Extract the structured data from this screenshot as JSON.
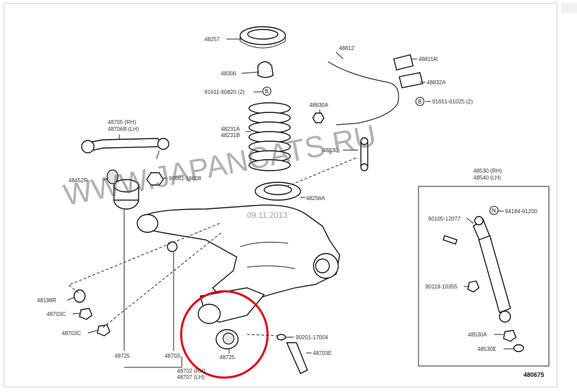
{
  "watermark": "WWW.JAPANCATS.RU",
  "date_stamp": "09.11.2013",
  "figure_number": "480675",
  "highlight_color": "#e00000",
  "callouts": [
    {
      "id": "48257",
      "text": "48257"
    },
    {
      "id": "48306",
      "text": "48306"
    },
    {
      "id": "91611",
      "text": "91611-60820 (2)"
    },
    {
      "id": "48231",
      "text": "48231A"
    },
    {
      "id": "48231b",
      "text": "48231B"
    },
    {
      "id": "48258",
      "text": "48258A"
    },
    {
      "id": "48812",
      "text": "48812"
    },
    {
      "id": "48815",
      "text": "48815R"
    },
    {
      "id": "48832",
      "text": "48832A"
    },
    {
      "id": "91651",
      "text": "91651-61025 (2)"
    },
    {
      "id": "48830a",
      "text": "48830A"
    },
    {
      "id": "48830",
      "text": "48830"
    },
    {
      "id": "48705",
      "text": "48705  (RH)"
    },
    {
      "id": "48706",
      "text": "48706B (LH)"
    },
    {
      "id": "48452",
      "text": "48452R"
    },
    {
      "id": "90561",
      "text": "90561-16008"
    },
    {
      "id": "48530",
      "text": "48530 (RH)"
    },
    {
      "id": "48540",
      "text": "48540 (LH)"
    },
    {
      "id": "90105",
      "text": "90105-12077"
    },
    {
      "id": "94184",
      "text": "94184-61200"
    },
    {
      "id": "90119",
      "text": "90119-10355"
    },
    {
      "id": "48530a",
      "text": "48530A"
    },
    {
      "id": "48530e",
      "text": "48530E"
    },
    {
      "id": "48198",
      "text": "48198R"
    },
    {
      "id": "48703c1",
      "text": "48703C"
    },
    {
      "id": "48703c2",
      "text": "48703C"
    },
    {
      "id": "90201",
      "text": "90201-17004"
    },
    {
      "id": "48703e",
      "text": "48703E"
    },
    {
      "id": "48725a",
      "text": "48725"
    },
    {
      "id": "48703b",
      "text": "48703"
    },
    {
      "id": "48725b",
      "text": "48725"
    },
    {
      "id": "48702",
      "text": "48702 (RH)"
    },
    {
      "id": "48707",
      "text": "48707 (LH)"
    }
  ],
  "markers": {
    "b1": "B",
    "b2": "B",
    "n": "N"
  }
}
